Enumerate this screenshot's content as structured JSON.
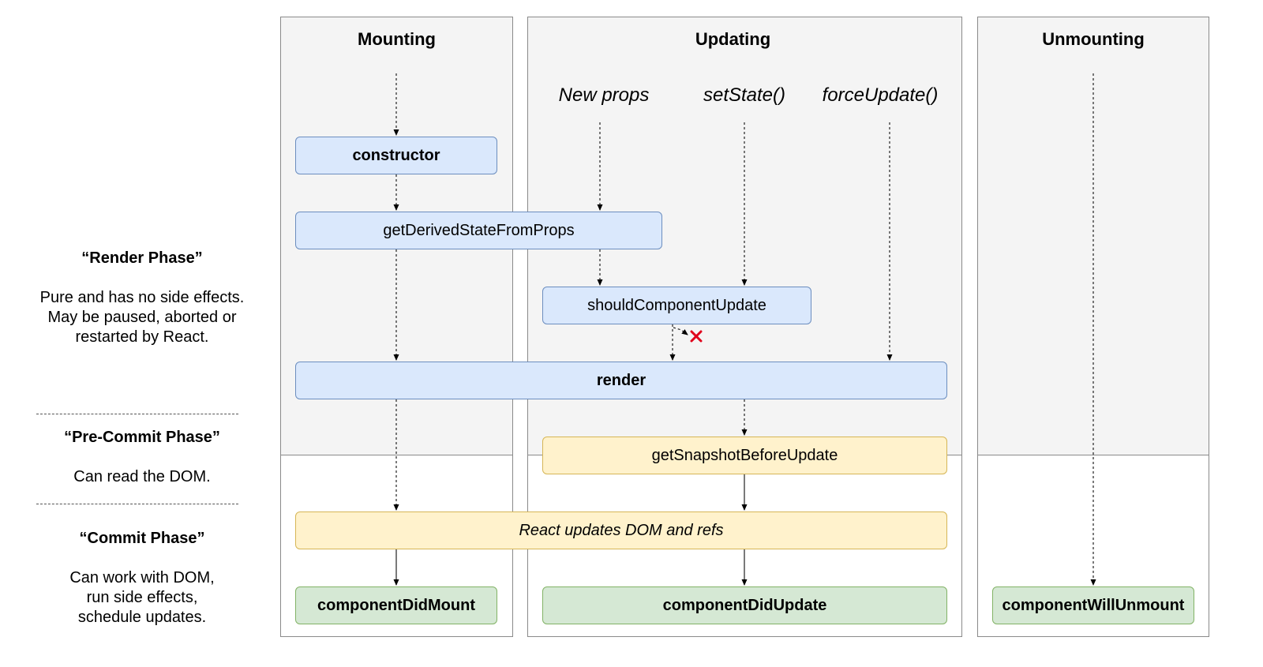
{
  "phases": {
    "render": {
      "title": "“Render Phase”",
      "desc": [
        "Pure and has no side effects.",
        "May be paused, aborted or",
        "restarted by React."
      ]
    },
    "precommit": {
      "title": "“Pre-Commit Phase”",
      "desc": [
        "Can read the DOM."
      ]
    },
    "commit": {
      "title": "“Commit Phase”",
      "desc": [
        "Can work with DOM,",
        "run side effects,",
        "schedule updates."
      ]
    }
  },
  "columns": {
    "mounting": "Mounting",
    "updating": "Updating",
    "unmounting": "Unmounting"
  },
  "triggers": {
    "new_props": "New props",
    "set_state": "setState()",
    "force_update": "forceUpdate()"
  },
  "methods": {
    "constructor": "constructor",
    "get_derived_state": "getDerivedStateFromProps",
    "should_update": "shouldComponentUpdate",
    "render": "render",
    "get_snapshot": "getSnapshotBeforeUpdate",
    "react_updates": "React updates DOM and refs",
    "did_mount": "componentDidMount",
    "did_update": "componentDidUpdate",
    "will_unmount": "componentWillUnmount"
  },
  "colors": {
    "render_box": "#dae8fc",
    "precommit_box": "#fff2cc",
    "commit_box": "#d5e8d4",
    "stop_mark": "#e0001b"
  },
  "icons": {
    "stop": "cross-icon"
  }
}
